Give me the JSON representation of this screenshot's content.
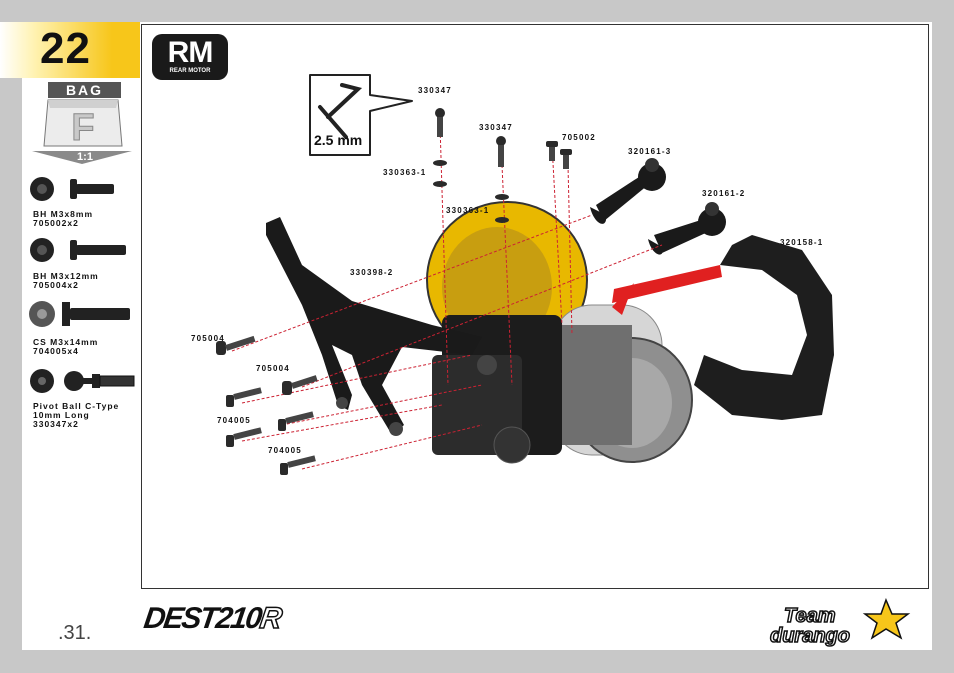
{
  "step": {
    "number": "22"
  },
  "bag": {
    "label": "BAG",
    "letter": "F",
    "scale": "1:1"
  },
  "parts_list": [
    {
      "name": "BH M3x8mm",
      "code": "705002x2"
    },
    {
      "name": "BH M3x12mm",
      "code": "705004x2"
    },
    {
      "name": "CS M3x14mm",
      "code": "704005x4"
    },
    {
      "name": "Pivot Ball C-Type",
      "name2": "10mm Long",
      "code": "330347x2"
    }
  ],
  "badge": {
    "code": "RM",
    "subtitle": "REAR MOTOR"
  },
  "tool": {
    "size": "2.5 mm"
  },
  "callouts": {
    "c330347a": "330347",
    "c330347b": "330347",
    "c705002": "705002",
    "c320161_3": "320161-3",
    "c320161_2": "320161-2",
    "c320158_1": "320158-1",
    "c330363_1a": "330363-1",
    "c330363_1b": "330363-1",
    "c330398_2": "330398-2",
    "c705004a": "705004",
    "c705004b": "705004",
    "c704005a": "704005",
    "c704005b": "704005"
  },
  "footer": {
    "page": ".31.",
    "product_main": "DEST210",
    "product_suffix": "R",
    "brand_line1": "Team",
    "brand_line2": "durango"
  },
  "colors": {
    "accent": "#f7c61a",
    "arrow": "#e02020",
    "guide": "#cc2233"
  }
}
